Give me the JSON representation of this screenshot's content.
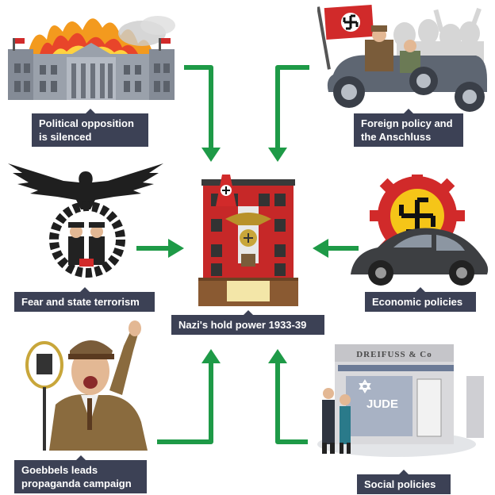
{
  "center": {
    "label": "Nazi's hold power 1933-39"
  },
  "topics": {
    "political": {
      "lines": [
        "Political opposition",
        "is silenced"
      ]
    },
    "foreign": {
      "lines": [
        "Foreign policy and",
        "the Anschluss"
      ]
    },
    "terror": {
      "lines": [
        "Fear and state terrorism"
      ]
    },
    "economic": {
      "lines": [
        "Economic policies"
      ]
    },
    "propaganda": {
      "lines": [
        "Goebbels leads",
        "propaganda campaign"
      ]
    },
    "social": {
      "lines": [
        "Social policies"
      ]
    }
  },
  "illustrations": {
    "reichstag": "burning-reichstag-icon",
    "car": "parade-car-icon",
    "eagle": "eagle-emblem-icon",
    "beetle": "vw-beetle-icon",
    "goebbels": "goebbels-speaking-icon",
    "shop": "shop-front-icon",
    "hq": "nazi-headquarters-icon"
  },
  "shop_sign": "DREIFUSS & Co",
  "shop_window_graffiti": "JUDE",
  "colors": {
    "arrow": "#1e9a47",
    "label_bg": "#3c4155",
    "label_text": "#ffffff",
    "flag_red": "#d12a2a"
  }
}
